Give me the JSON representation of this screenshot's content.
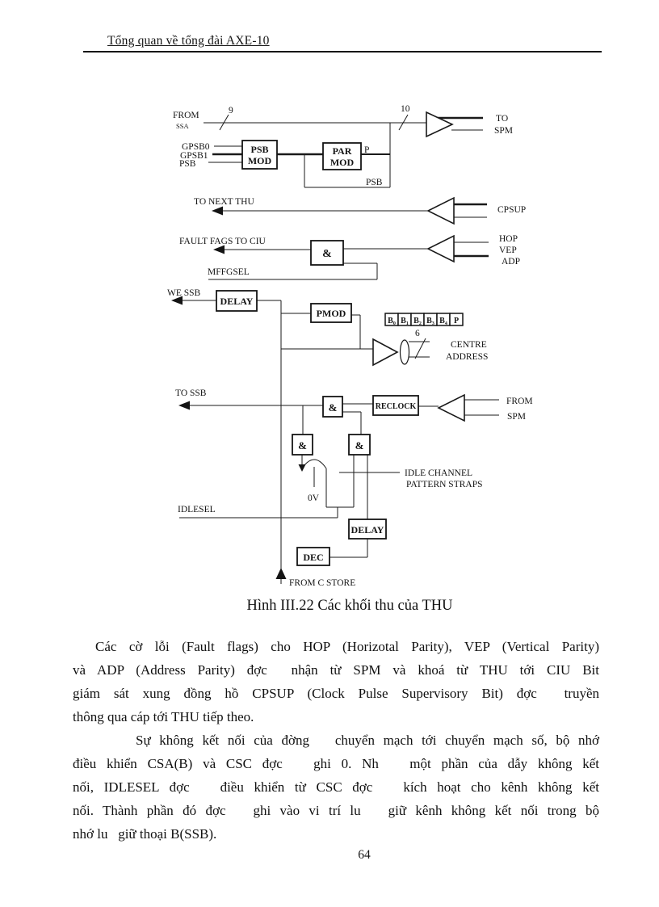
{
  "header": {
    "title": "Tổng quan về tổng đài AXE-10"
  },
  "footer": {
    "page_number": "64"
  },
  "figure": {
    "caption": "Hình III.22 Các khối thu của THU",
    "labels": {
      "from_ssa_1": "FROM",
      "from_ssa_2": "SSA",
      "bus9": "9",
      "bus10": "10",
      "to_spm_1": "TO",
      "to_spm_2": "SPM",
      "gpsb0": "GPSB0",
      "gpsb1": "GPSB1",
      "psb_in": "PSB",
      "p_out": "P",
      "psb_feedback": "PSB",
      "to_next_thu": "TO NEXT THU",
      "cpsup": "CPSUP",
      "fault_flags": "FAULT FAGS TO CIU",
      "hop": "HOP",
      "vep": "VEP",
      "adp": "ADP",
      "mffgsel": "MFFGSEL",
      "we_ssb": "WE SSB",
      "bus6": "6",
      "centre_1": "CENTRE",
      "centre_2": "ADDRESS",
      "to_ssb": "TO SSB",
      "from_spm_1": "FROM",
      "from_spm_2": "SPM",
      "idle_1": "IDLE CHANNEL",
      "idle_2": "PATTERN STRAPS",
      "zero_v": "0V",
      "idlesel": "IDLESEL",
      "from_c_store": "FROM C STORE"
    },
    "blocks": {
      "psb_mod_1": "PSB",
      "psb_mod_2": "MOD",
      "par_mod_1": "PAR",
      "par_mod_2": "MOD",
      "and_gate": "&",
      "delay_1": "DELAY",
      "pmod": "PMOD",
      "reclock": "RECLOCK",
      "delay_2": "DELAY",
      "dec": "DEC"
    },
    "register_bits": [
      "B₀",
      "B₁",
      "B₂",
      "B₃",
      "B₄",
      "P"
    ]
  },
  "body": {
    "paragraph_1": {
      "lines": [
        "Các cờ lỗi (Fault flags) cho HOP (Horizotal Parity), VEP (Vertical Parity)",
        "và ADP (Address Parity) đợc  nhận từ SPM và khoá từ THU tới CIU Bit",
        "giám sát xung đồng hồ CPSUP (Clock Pulse Supervisory Bit) đợc  truyền",
        "thông qua cáp tới THU tiếp theo."
      ]
    },
    "paragraph_2": {
      "lines": [
        "Sự không kết nối của đờng   chuyển mạch tới chuyển mạch số, bộ nhớ",
        "điều khiển CSA(B) và CSC đợc   ghi 0. Nh   một phần của dẫy không kết",
        "nối, IDLESEL đợc   điều khiển từ CSC đợc   kích hoạt cho kênh không kết",
        "nối. Thành phần đó đợc   ghi vào vi trí lu   giữ kênh không kết nối trong bộ",
        "nhớ lu   giữ thoại B(SSB)."
      ]
    }
  }
}
